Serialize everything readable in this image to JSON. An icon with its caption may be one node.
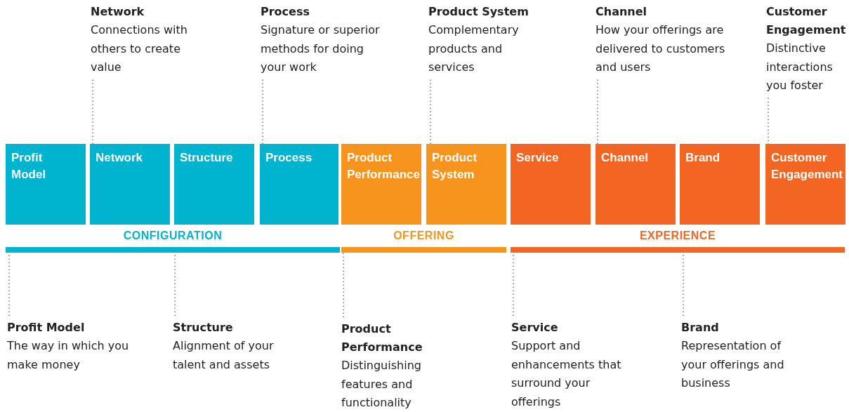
{
  "diagram": {
    "nodes": [
      {
        "text": [
          "Network",
          "Connections with others to create value"
        ]
      },
      {
        "text": [
          "Process",
          "Signature or superior methods for doing your work"
        ]
      },
      {
        "text": [
          "Product System",
          "Complementary products and services"
        ]
      },
      {
        "text": [
          "Channel",
          "How your offerings are delivered to customers and users"
        ]
      },
      {
        "text": [
          "Customer Engagement",
          "Distinctive interactions you foster"
        ]
      },
      {
        "text": [
          "Profit Model"
        ]
      },
      {
        "text": [
          "Network"
        ]
      },
      {
        "text": [
          "Structure"
        ]
      },
      {
        "text": [
          "Process"
        ]
      },
      {
        "text": [
          "Product Performance"
        ]
      },
      {
        "text": [
          "Product System"
        ]
      },
      {
        "text": [
          "Service"
        ]
      },
      {
        "text": [
          "Channel"
        ]
      },
      {
        "text": [
          "Brand"
        ]
      },
      {
        "text": [
          "Customer Engagement"
        ]
      },
      {
        "text": [
          "CONFIGURATION"
        ]
      },
      {
        "text": [
          "OFFERING"
        ]
      },
      {
        "text": [
          "EXPERIENCE"
        ]
      },
      {
        "text": [
          "Profit Model",
          "The way in which you make money"
        ]
      },
      {
        "text": [
          "Structure",
          "Alignment of your talent and assets"
        ]
      },
      {
        "text": [
          "Product Performance",
          "Distinguishing features and functionality"
        ]
      },
      {
        "text": [
          "Service",
          "Support and enhancements that surround your offerings"
        ]
      },
      {
        "text": [
          "Brand",
          "Representation of your offerings and business"
        ]
      }
    ],
    "edges": [
      {
        "from": 0,
        "to": 6,
        "arrow": "none",
        "style": "dashed"
      },
      {
        "from": 1,
        "to": 8,
        "arrow": "none",
        "style": "dashed"
      },
      {
        "from": 2,
        "to": 10,
        "arrow": "none",
        "style": "dashed"
      },
      {
        "from": 3,
        "to": 12,
        "arrow": "none",
        "style": "dashed"
      },
      {
        "from": 4,
        "to": 14,
        "arrow": "none",
        "style": "dashed"
      },
      {
        "from": 18,
        "to": 15,
        "arrow": "none",
        "style": "dashed"
      },
      {
        "from": 19,
        "to": 15,
        "arrow": "none",
        "style": "dashed"
      },
      {
        "from": 20,
        "to": 16,
        "arrow": "none",
        "style": "dashed"
      },
      {
        "from": 21,
        "to": 17,
        "arrow": "none",
        "style": "dashed"
      },
      {
        "from": 22,
        "to": 17,
        "arrow": "none",
        "style": "dashed"
      }
    ]
  }
}
